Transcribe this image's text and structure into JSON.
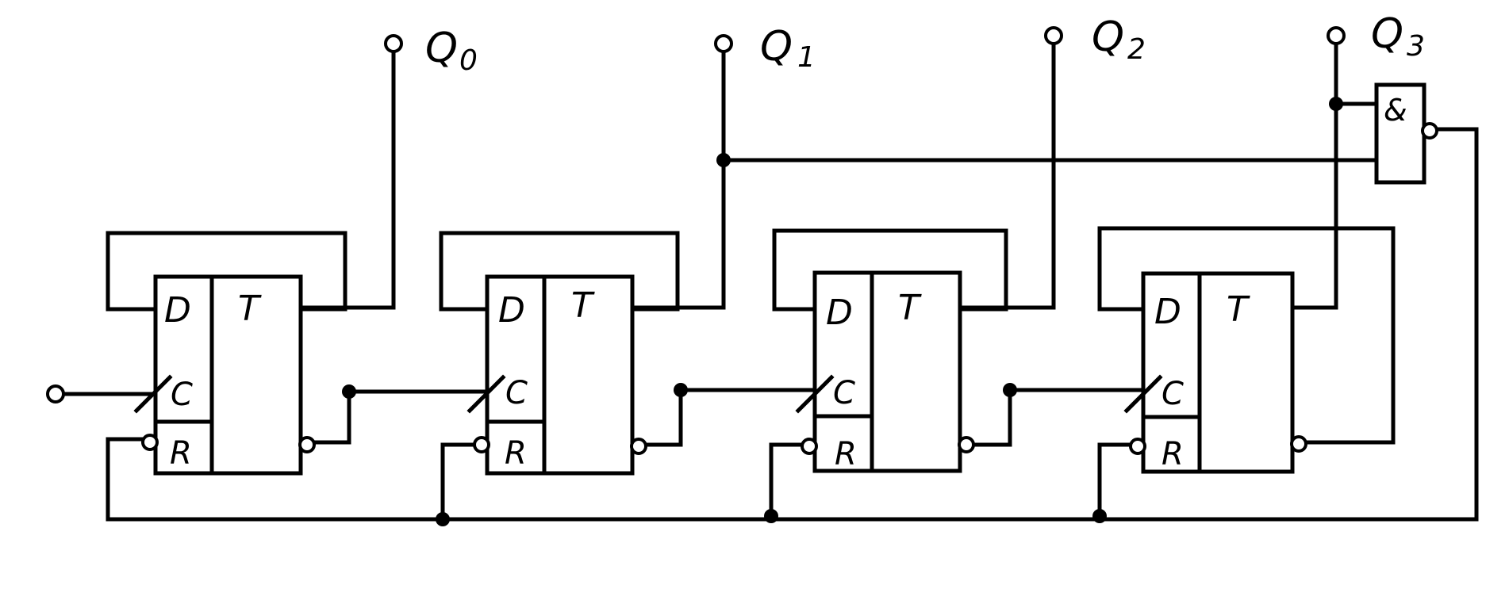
{
  "outputs": [
    {
      "letter": "Q",
      "index": "0"
    },
    {
      "letter": "Q",
      "index": "1"
    },
    {
      "letter": "Q",
      "index": "2"
    },
    {
      "letter": "Q",
      "index": "3"
    }
  ],
  "flipflops": [
    {
      "d": "D",
      "t": "T",
      "c": "C",
      "r": "R"
    },
    {
      "d": "D",
      "t": "T",
      "c": "C",
      "r": "R"
    },
    {
      "d": "D",
      "t": "T",
      "c": "C",
      "r": "R"
    },
    {
      "d": "D",
      "t": "T",
      "c": "C",
      "r": "R"
    }
  ],
  "gate": {
    "symbol": "&"
  }
}
